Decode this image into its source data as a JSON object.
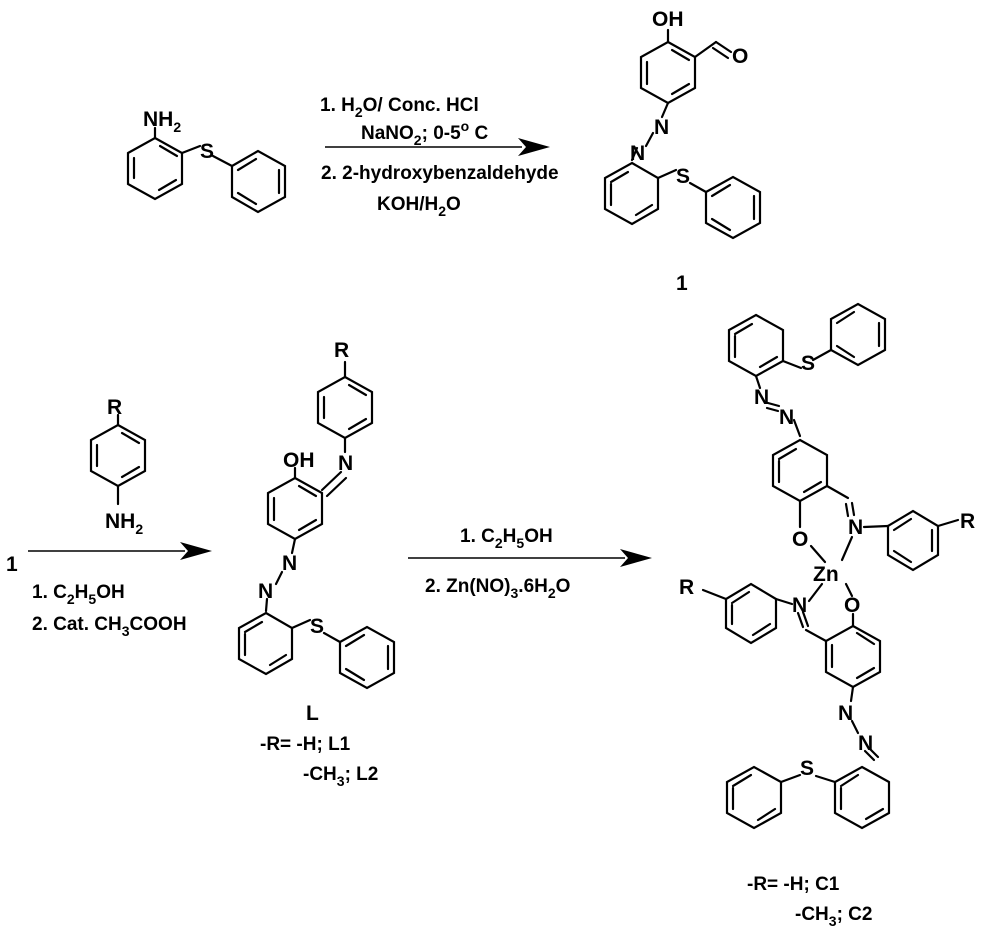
{
  "atoms": {
    "amine": "NH",
    "amine_sub": "2",
    "sulfur": "S",
    "hydroxyl": "OH",
    "carbonyl_o": "O",
    "azo_n": "N",
    "imine_n": "N",
    "oxygen": "O",
    "zinc": "Zn",
    "r_group": "R"
  },
  "step1": {
    "line1_a": "1. H",
    "line1_sub": "2",
    "line1_b": "O/ Conc. HCl",
    "line2_a": "NaNO",
    "line2_sub": "2",
    "line2_b": "; 0-5",
    "line2_sup": "o",
    "line2_c": " C",
    "line3": "2. 2-hydroxybenzaldehyde",
    "line4_a": "KOH/H",
    "line4_sub": "2",
    "line4_b": "O"
  },
  "compound1_label": "1",
  "step2": {
    "start_label": "1",
    "reagent_amine": "NH",
    "reagent_amine_sub": "2",
    "line1_a": "1. C",
    "line1_sub1": "2",
    "line1_b": "H",
    "line1_sub2": "5",
    "line1_c": "OH",
    "line2_a": "2. Cat. CH",
    "line2_sub": "3",
    "line2_b": "COOH"
  },
  "ligand": {
    "name": "L",
    "def1": "-R= -H; L1",
    "def2_a": "-CH",
    "def2_sub": "3",
    "def2_b": "; L2"
  },
  "step3": {
    "line1_a": "1. C",
    "line1_sub1": "2",
    "line1_b": "H",
    "line1_sub2": "5",
    "line1_c": "OH",
    "line2_a": "2. Zn(NO)",
    "line2_sub1": "3",
    "line2_b": ".6H",
    "line2_sub2": "2",
    "line2_c": "O"
  },
  "complex": {
    "def1": "-R= -H; C1",
    "def2_a": "-CH",
    "def2_sub": "3",
    "def2_b": "; C2"
  }
}
